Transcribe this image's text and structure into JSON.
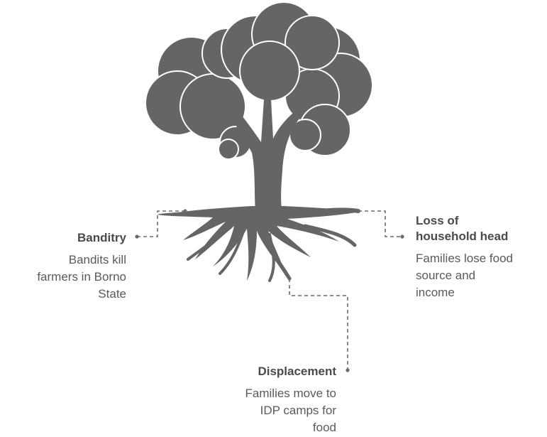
{
  "diagram": {
    "colors": {
      "tree": "#656565",
      "outline": "#ffffff",
      "connector": "#6a6a6a",
      "text": "#555555"
    },
    "icons": [
      "tree-icon"
    ],
    "items": [
      {
        "title": "Banditry",
        "description": "Bandits kill\nfarmers in Borno\nState"
      },
      {
        "title": "Loss of\nhousehold head",
        "description": "Families lose food\nsource and\nincome"
      },
      {
        "title": "Displacement",
        "description": "Families move to\nIDP camps for\nfood"
      }
    ]
  }
}
